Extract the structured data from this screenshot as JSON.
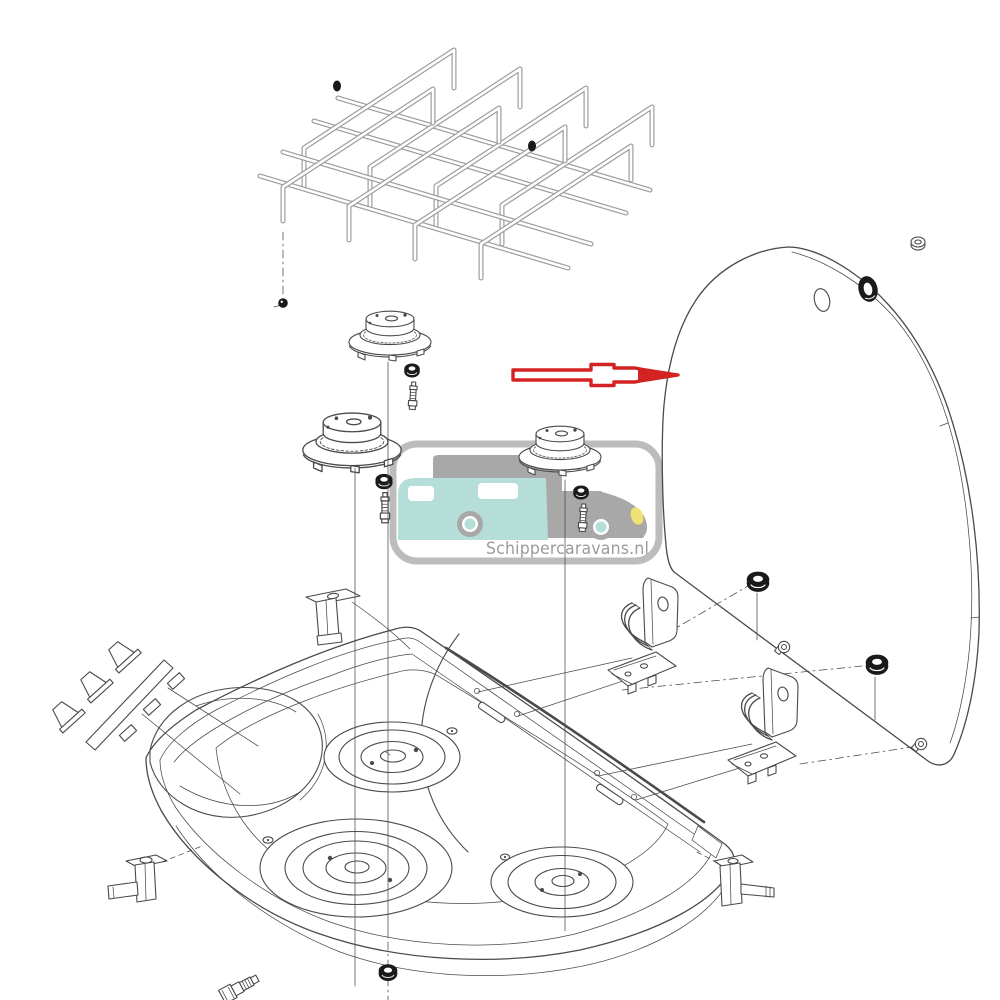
{
  "page": {
    "background": "#ffffff"
  },
  "watermark": {
    "text": "Schippercaravans.nl",
    "text_color": "#9b9b9b",
    "frame_color": "#bcbcbc",
    "brand_teal": "#b5ded9",
    "vehicle_gray": "#a8a8a8",
    "headlight_yellow": "#f0e274",
    "window_white": "#ffffff"
  },
  "annotation": {
    "arrow_color": "#d32222",
    "arrow_direction": "right",
    "points_to": "glass-lid"
  },
  "diagram": {
    "type": "exploded-parts-diagram",
    "subject": "caravan gas hob with glass lid",
    "line_color": "#4a4a4a",
    "tube_color": "#9c9c9c",
    "fastener_color": "#1a1a1a",
    "parts": [
      "pan-support-grid",
      "burner-cap-assembly",
      "seal-grommet",
      "injector-jet",
      "glass-lid",
      "lid-hinge",
      "mounting-nut",
      "rivet",
      "stove-basin",
      "burner-mounting-ring",
      "control-knob-set",
      "clamp-bracket",
      "fixing-screw"
    ]
  }
}
